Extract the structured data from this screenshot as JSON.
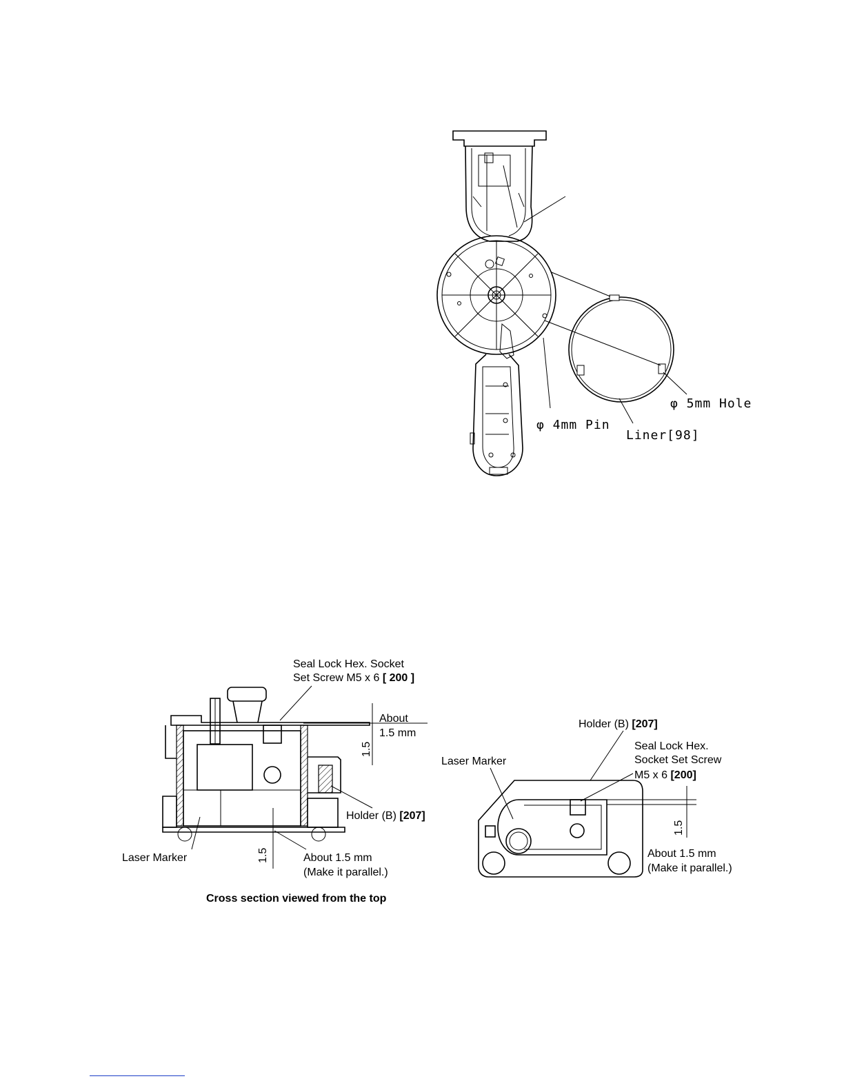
{
  "figure_top": {
    "label_pin": "φ 4mm Pin",
    "label_hole": "φ 5mm Hole",
    "label_liner": "Liner[98]"
  },
  "figure_left": {
    "label_screw_line1": "Seal Lock Hex. Socket",
    "label_screw_line2_text": "Set Screw M5 x 6 ",
    "label_screw_ref": "[ 200 ]",
    "label_about_top_1": "About",
    "label_about_top_2": "1.5 mm",
    "dim_vertical_top": "1.5",
    "label_holder": "Holder (B) ",
    "label_holder_ref": "[207]",
    "label_laser": "Laser Marker",
    "dim_vertical_bottom": "1.5",
    "label_about_bottom_1": "About 1.5 mm",
    "label_about_bottom_2": "(Make it parallel.)",
    "caption": "Cross section viewed from the top"
  },
  "figure_right": {
    "label_holder": "Holder (B) ",
    "label_holder_ref": "[207]",
    "label_screw_line1": "Seal Lock Hex.",
    "label_screw_line2": "Socket Set Screw",
    "label_screw_line3_text": "M5 x 6 ",
    "label_screw_ref": "[200]",
    "label_laser": "Laser Marker",
    "dim_vertical": "1.5",
    "label_about_1": "About 1.5 mm",
    "label_about_2": "(Make it parallel.)"
  }
}
